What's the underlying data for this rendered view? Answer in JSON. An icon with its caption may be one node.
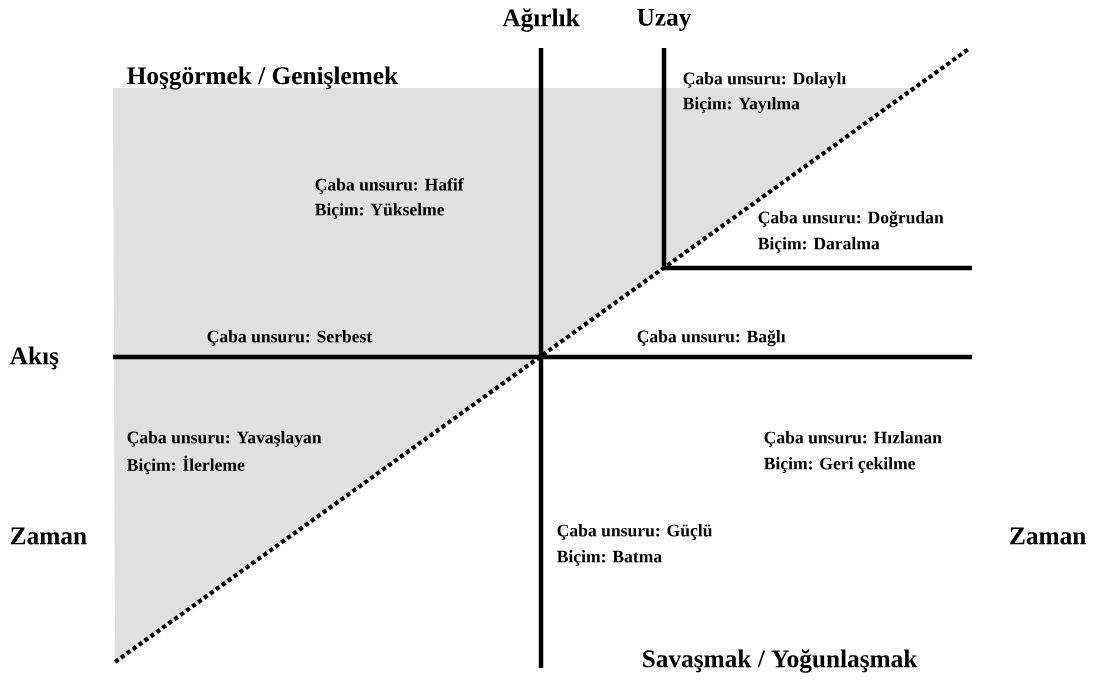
{
  "diagram": {
    "labels": [
      "Ağırlık",
      "Uzay",
      "Hoşgörmek / Genişlemek",
      "Çaba unsuru: Dolaylı",
      "Biçim: Yayılma",
      "Çaba unsuru: Hafif",
      "Biçim: Yükselme",
      "Çaba unsuru: Doğrudan",
      "Biçim: Daralma",
      "Akış",
      "Çaba unsuru: Serbest",
      "Çaba unsuru: Bağlı",
      "Çaba unsuru: Yavaşlayan",
      "Biçim: İlerleme",
      "Çaba unsuru: Hızlanan",
      "Biçim: Geri çekilme",
      "Zaman",
      "Çaba unsuru: Güçlü",
      "Zaman",
      "Biçim: Batma",
      "Savaşmak / Yoğunlaşmak"
    ]
  }
}
